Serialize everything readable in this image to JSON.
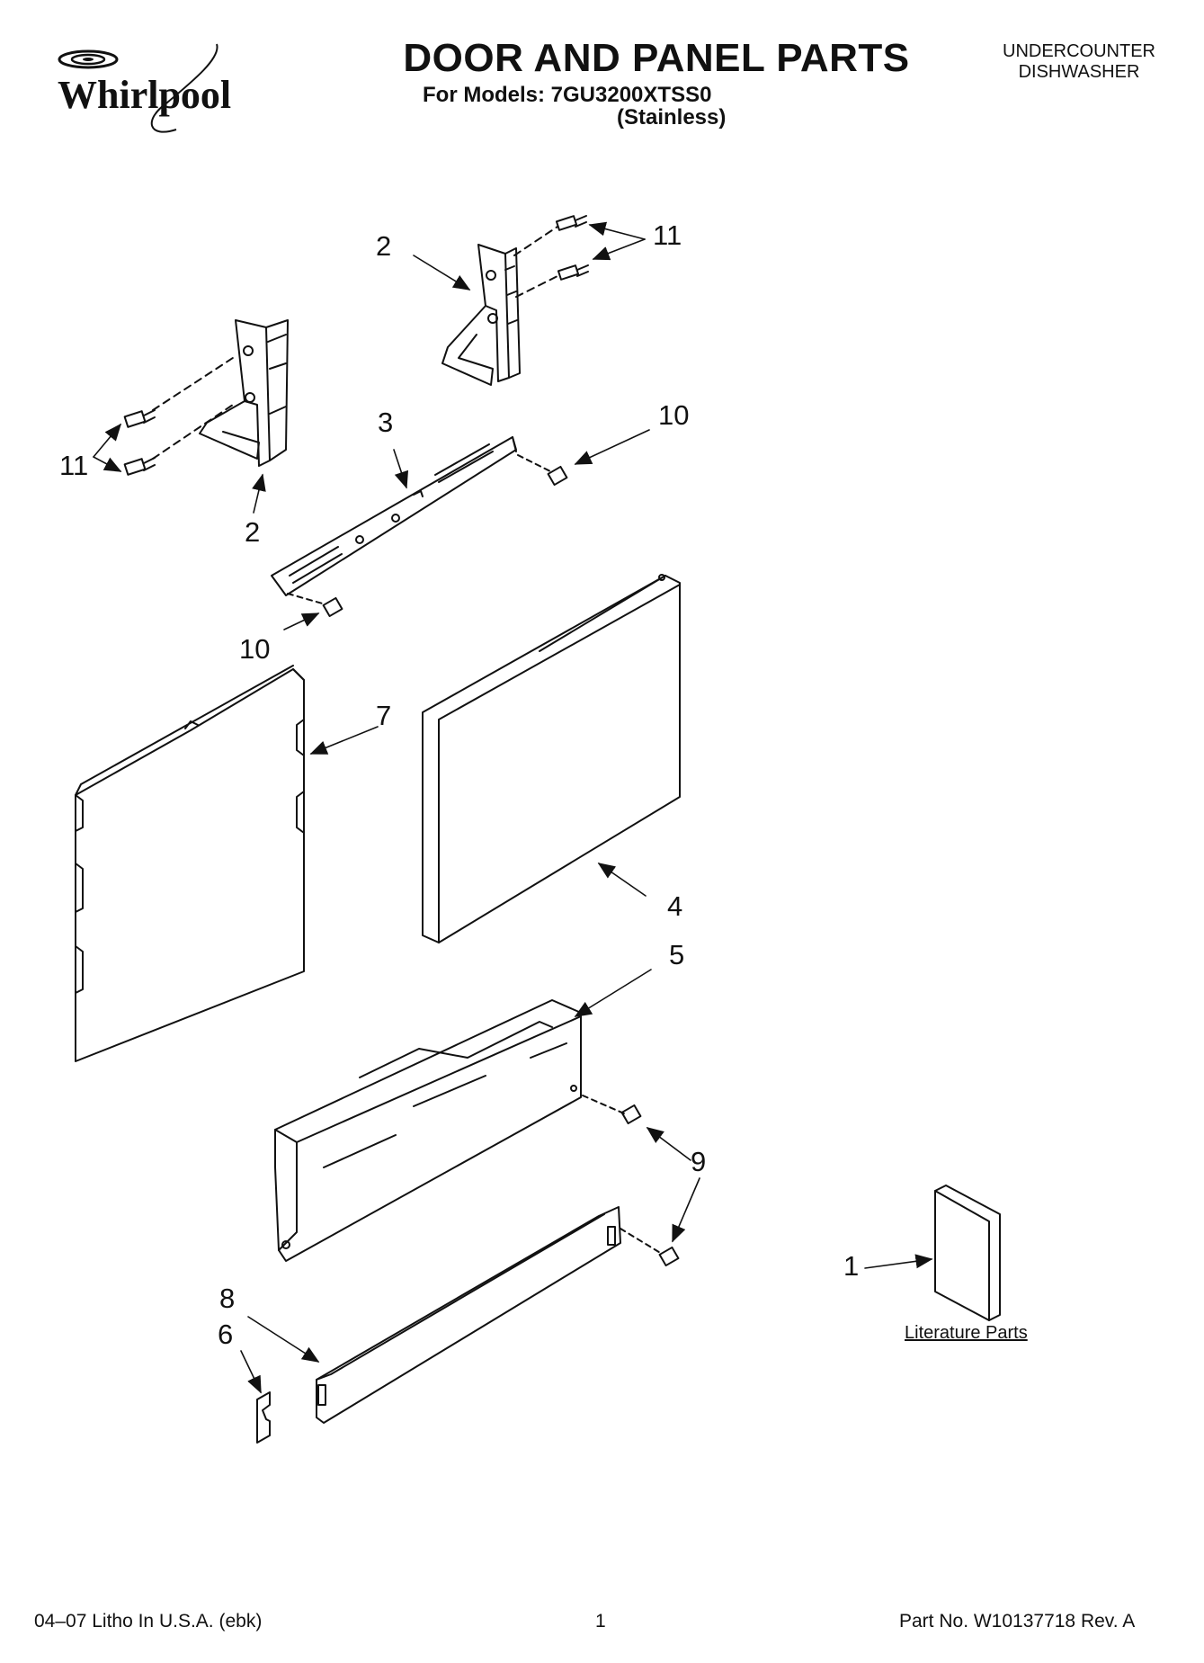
{
  "header": {
    "brand": "Whirlpool",
    "title": "DOOR AND PANEL PARTS",
    "models_line": "For Models: 7GU3200XTSS0",
    "variant": "(Stainless)",
    "category_line1": "UNDERCOUNTER",
    "category_line2": "DISHWASHER"
  },
  "callouts": {
    "c1": "1",
    "c2_upper": "2",
    "c2_lower": "2",
    "c3": "3",
    "c4": "4",
    "c5": "5",
    "c6": "6",
    "c7": "7",
    "c8": "8",
    "c9": "9",
    "c10_right": "10",
    "c10_left": "10",
    "c11_right": "11",
    "c11_left": "11"
  },
  "literature_label": "Literature Parts",
  "footer": {
    "print_info": "04–07 Litho In U.S.A. (ebk)",
    "page_number": "1",
    "part_number": "Part No. W10137718 Rev. A"
  }
}
